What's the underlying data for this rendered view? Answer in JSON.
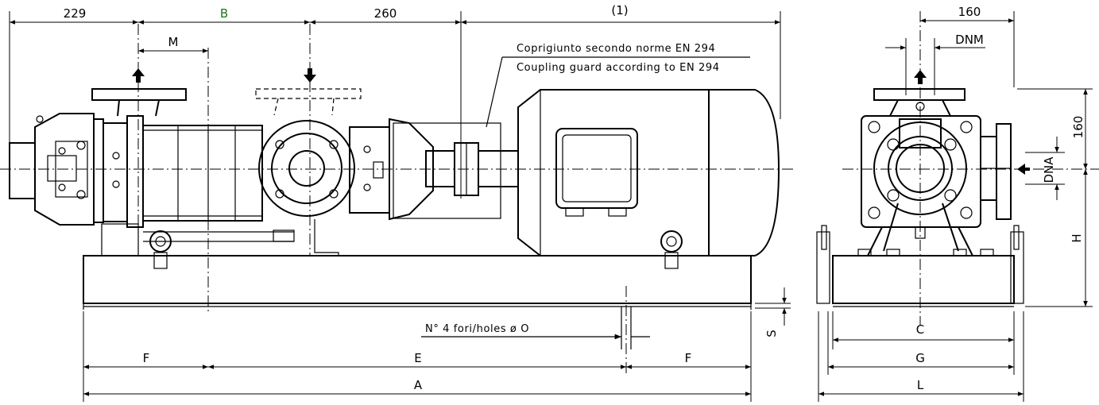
{
  "dimensions": {
    "top_229": "229",
    "top_b": "B",
    "top_260": "260",
    "top_1": "(1)",
    "m": "M",
    "f_left": "F",
    "e": "E",
    "f_right": "F",
    "a": "A",
    "s": "S",
    "side_160_top": "160",
    "side_160_right": "160",
    "dnm": "DNM",
    "dna": "DNA",
    "h": "H",
    "c": "C",
    "g": "G",
    "l": "L"
  },
  "notes": {
    "guard_it": "Coprigiunto secondo norme EN 294",
    "guard_en": "Coupling guard according to EN 294",
    "holes": "N° 4 fori/holes ø O"
  },
  "colors": {
    "b_label": "#1a7a1a"
  }
}
